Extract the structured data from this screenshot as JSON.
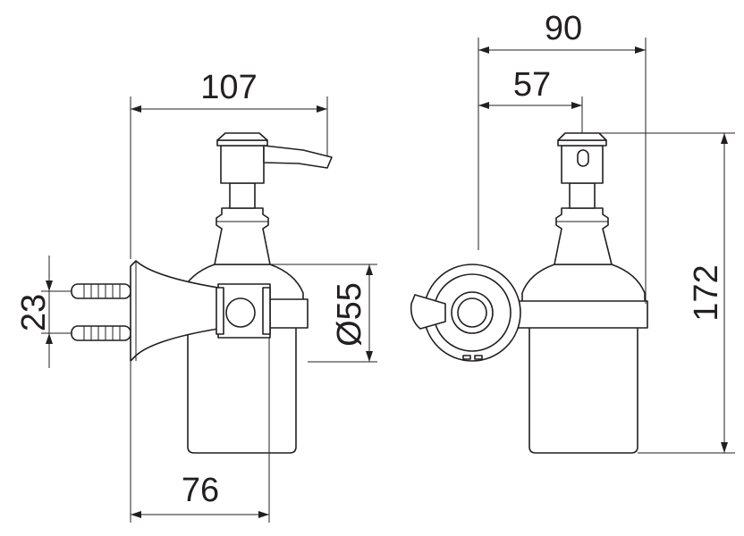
{
  "drawing": {
    "dimensions": {
      "front_overall_width": "107",
      "front_mount_depth": "76",
      "front_hole_spacing": "23",
      "front_body_diameter": "Ø55",
      "side_overall_width": "90",
      "side_mount_to_pump": "57",
      "side_overall_height": "172"
    },
    "colors": {
      "line": "#231f20",
      "background": "#ffffff"
    }
  }
}
